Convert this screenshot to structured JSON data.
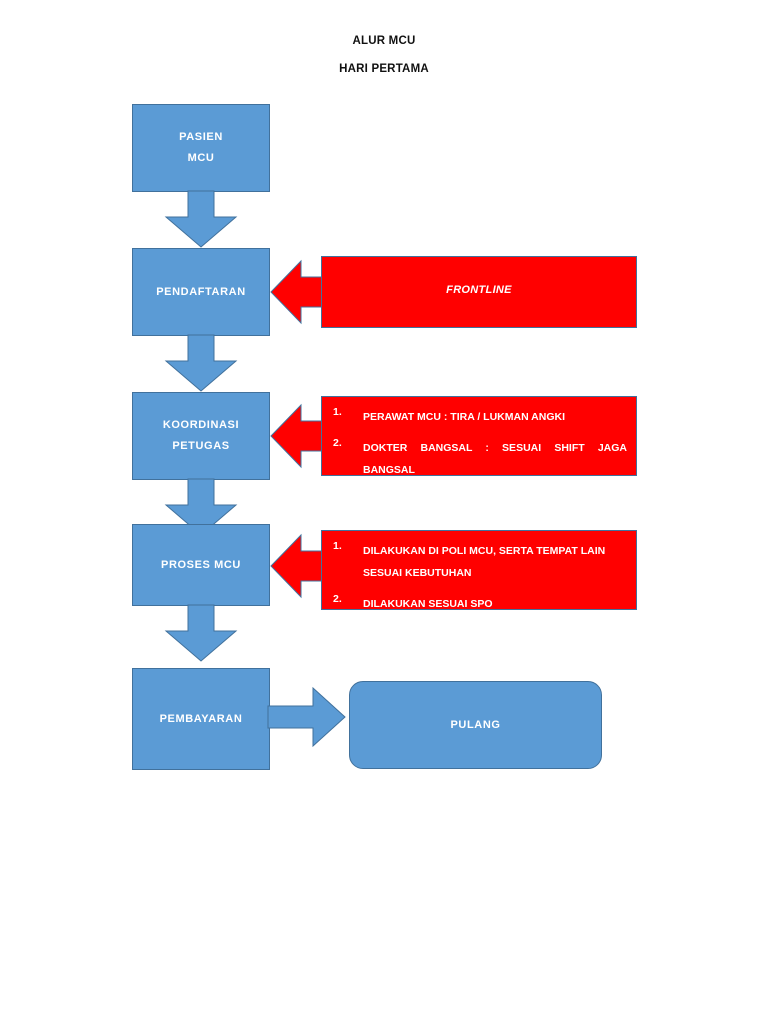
{
  "document": {
    "title_main": "ALUR MCU",
    "title_sub": "HARI PERTAMA"
  },
  "colors": {
    "process_fill": "#5b9bd5",
    "process_border": "#41719c",
    "note_fill": "#ff0000",
    "text_on_shape": "#ffffff",
    "title_text": "#111111"
  },
  "flow": {
    "nodes": [
      {
        "id": "pasien-mcu",
        "label_line1": "PASIEN",
        "label_line2": "MCU",
        "shape": "rectangle"
      },
      {
        "id": "pendaftaran",
        "label_line1": "PENDAFTARAN",
        "label_line2": "",
        "shape": "rectangle"
      },
      {
        "id": "koordinasi",
        "label_line1": "KOORDINASI",
        "label_line2": "PETUGAS",
        "shape": "rectangle"
      },
      {
        "id": "proses-mcu",
        "label_line1": "PROSES MCU",
        "label_line2": "",
        "shape": "rectangle"
      },
      {
        "id": "pembayaran",
        "label_line1": "PEMBAYARAN",
        "label_line2": "",
        "shape": "rectangle"
      },
      {
        "id": "pulang",
        "label_line1": "PULANG",
        "label_line2": "",
        "shape": "rounded-rectangle"
      }
    ],
    "notes": [
      {
        "id": "note-frontline",
        "target": "pendaftaran",
        "style": "italic-single-line",
        "text": "FRONTLINE",
        "items": []
      },
      {
        "id": "note-koordinasi",
        "target": "koordinasi",
        "style": "numbered-list",
        "text": "",
        "items": [
          {
            "num": "1.",
            "text": "PERAWAT MCU : TIRA / LUKMAN ANGKI",
            "justify": false
          },
          {
            "num": "2.",
            "text": "DOKTER BANGSAL : SESUAI SHIFT JAGA BANGSAL",
            "justify": true
          }
        ]
      },
      {
        "id": "note-proses",
        "target": "proses-mcu",
        "style": "numbered-list",
        "text": "",
        "items": [
          {
            "num": "1.",
            "text": "DILAKUKAN DI POLI MCU, SERTA TEMPAT LAIN SESUAI KEBUTUHAN",
            "justify": false
          },
          {
            "num": "2.",
            "text": "DILAKUKAN SESUAI SPO",
            "justify": false
          }
        ]
      }
    ],
    "connectors": [
      {
        "id": "conn-pasien-pendaftaran",
        "from": "pasien-mcu",
        "to": "pendaftaran",
        "direction": "down",
        "color": "#5b9bd5"
      },
      {
        "id": "conn-pendaftaran-koordinasi",
        "from": "pendaftaran",
        "to": "koordinasi",
        "direction": "down",
        "color": "#5b9bd5"
      },
      {
        "id": "conn-koordinasi-proses",
        "from": "koordinasi",
        "to": "proses-mcu",
        "direction": "down",
        "color": "#5b9bd5"
      },
      {
        "id": "conn-proses-pembayaran",
        "from": "proses-mcu",
        "to": "pembayaran",
        "direction": "down",
        "color": "#5b9bd5"
      },
      {
        "id": "conn-pembayaran-pulang",
        "from": "pembayaran",
        "to": "pulang",
        "direction": "right",
        "color": "#5b9bd5"
      },
      {
        "id": "conn-frontline-pendaftaran",
        "from": "note-frontline",
        "to": "pendaftaran",
        "direction": "left",
        "color": "#ff0000"
      },
      {
        "id": "conn-note-koordinasi",
        "from": "note-koordinasi",
        "to": "koordinasi",
        "direction": "left",
        "color": "#ff0000"
      },
      {
        "id": "conn-note-proses",
        "from": "note-proses",
        "to": "proses-mcu",
        "direction": "left",
        "color": "#ff0000"
      }
    ]
  }
}
